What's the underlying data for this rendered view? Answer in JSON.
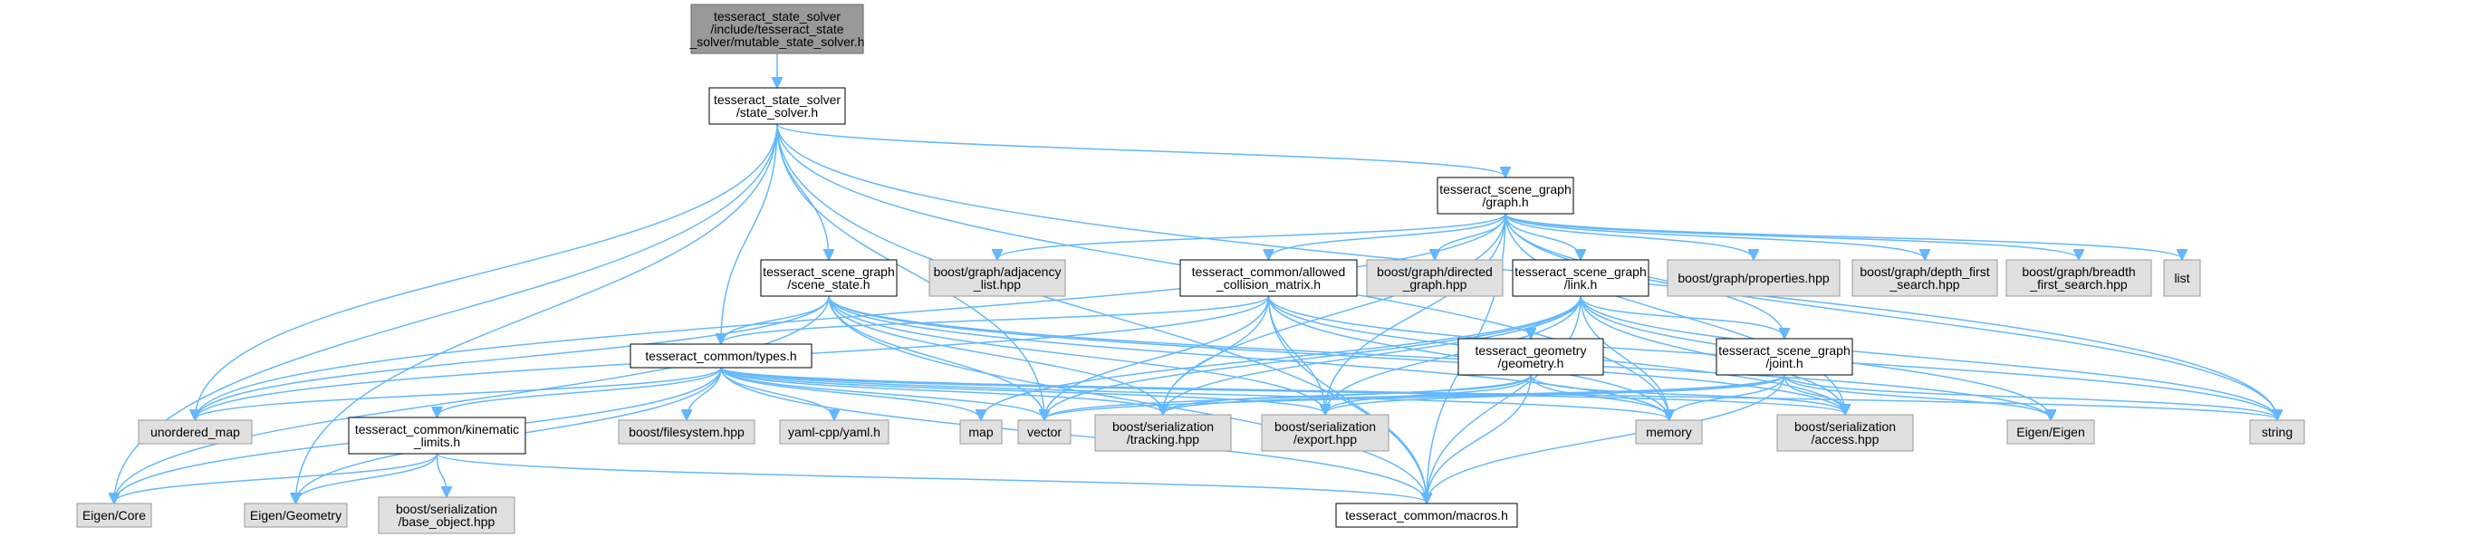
{
  "diagram": {
    "type": "include-dependency-graph",
    "colors": {
      "root_fill": "#999999",
      "local_fill": "#ffffff",
      "external_fill": "#e0e0e0",
      "edge": "#63b8ff"
    },
    "nodes": [
      {
        "id": "root",
        "kind": "root",
        "lines": [
          "tesseract_state_solver",
          "/include/tesseract_state",
          "_solver/mutable_state_solver.h"
        ]
      },
      {
        "id": "state_solver",
        "kind": "local",
        "lines": [
          "tesseract_state_solver",
          "/state_solver.h"
        ]
      },
      {
        "id": "graph",
        "kind": "local",
        "lines": [
          "tesseract_scene_graph",
          "/graph.h"
        ]
      },
      {
        "id": "scene_state",
        "kind": "local",
        "lines": [
          "tesseract_scene_graph",
          "/scene_state.h"
        ]
      },
      {
        "id": "adjacency",
        "kind": "ext",
        "lines": [
          "boost/graph/adjacency",
          "_list.hpp"
        ]
      },
      {
        "id": "acm",
        "kind": "local",
        "lines": [
          "tesseract_common/allowed",
          "_collision_matrix.h"
        ]
      },
      {
        "id": "directed",
        "kind": "ext",
        "lines": [
          "boost/graph/directed",
          "_graph.hpp"
        ]
      },
      {
        "id": "link",
        "kind": "local",
        "lines": [
          "tesseract_scene_graph",
          "/link.h"
        ]
      },
      {
        "id": "properties",
        "kind": "ext",
        "lines": [
          "boost/graph/properties.hpp"
        ]
      },
      {
        "id": "dfs",
        "kind": "ext",
        "lines": [
          "boost/graph/depth_first",
          "_search.hpp"
        ]
      },
      {
        "id": "bfs",
        "kind": "ext",
        "lines": [
          "boost/graph/breadth",
          "_first_search.hpp"
        ]
      },
      {
        "id": "list",
        "kind": "ext",
        "lines": [
          "list"
        ]
      },
      {
        "id": "types",
        "kind": "local",
        "lines": [
          "tesseract_common/types.h"
        ]
      },
      {
        "id": "geometry",
        "kind": "local",
        "lines": [
          "tesseract_geometry",
          "/geometry.h"
        ]
      },
      {
        "id": "joint",
        "kind": "local",
        "lines": [
          "tesseract_scene_graph",
          "/joint.h"
        ]
      },
      {
        "id": "unordered_map",
        "kind": "ext",
        "lines": [
          "unordered_map"
        ]
      },
      {
        "id": "kinematic",
        "kind": "local",
        "lines": [
          "tesseract_common/kinematic",
          "_limits.h"
        ]
      },
      {
        "id": "filesystem",
        "kind": "ext",
        "lines": [
          "boost/filesystem.hpp"
        ]
      },
      {
        "id": "yaml",
        "kind": "ext",
        "lines": [
          "yaml-cpp/yaml.h"
        ]
      },
      {
        "id": "map",
        "kind": "ext",
        "lines": [
          "map"
        ]
      },
      {
        "id": "vector",
        "kind": "ext",
        "lines": [
          "vector"
        ]
      },
      {
        "id": "tracking",
        "kind": "ext",
        "lines": [
          "boost/serialization",
          "/tracking.hpp"
        ]
      },
      {
        "id": "export",
        "kind": "ext",
        "lines": [
          "boost/serialization",
          "/export.hpp"
        ]
      },
      {
        "id": "memory",
        "kind": "ext",
        "lines": [
          "memory"
        ]
      },
      {
        "id": "access",
        "kind": "ext",
        "lines": [
          "boost/serialization",
          "/access.hpp"
        ]
      },
      {
        "id": "eigen_eigen",
        "kind": "ext",
        "lines": [
          "Eigen/Eigen"
        ]
      },
      {
        "id": "string",
        "kind": "ext",
        "lines": [
          "string"
        ]
      },
      {
        "id": "eigen_core",
        "kind": "ext",
        "lines": [
          "Eigen/Core"
        ]
      },
      {
        "id": "eigen_geometry",
        "kind": "ext",
        "lines": [
          "Eigen/Geometry"
        ]
      },
      {
        "id": "base_object",
        "kind": "ext",
        "lines": [
          "boost/serialization",
          "/base_object.hpp"
        ]
      },
      {
        "id": "macros",
        "kind": "local",
        "lines": [
          "tesseract_common/macros.h"
        ]
      }
    ],
    "edges": [
      [
        "root",
        "state_solver"
      ],
      [
        "state_solver",
        "graph"
      ],
      [
        "state_solver",
        "scene_state"
      ],
      [
        "state_solver",
        "types"
      ],
      [
        "state_solver",
        "unordered_map"
      ],
      [
        "state_solver",
        "vector"
      ],
      [
        "state_solver",
        "string"
      ],
      [
        "state_solver",
        "eigen_core"
      ],
      [
        "state_solver",
        "eigen_geometry"
      ],
      [
        "state_solver",
        "macros"
      ],
      [
        "state_solver",
        "memory"
      ],
      [
        "graph",
        "adjacency"
      ],
      [
        "graph",
        "acm"
      ],
      [
        "graph",
        "directed"
      ],
      [
        "graph",
        "link"
      ],
      [
        "graph",
        "properties"
      ],
      [
        "graph",
        "dfs"
      ],
      [
        "graph",
        "bfs"
      ],
      [
        "graph",
        "list"
      ],
      [
        "graph",
        "joint"
      ],
      [
        "graph",
        "unordered_map"
      ],
      [
        "graph",
        "tracking"
      ],
      [
        "graph",
        "export"
      ],
      [
        "graph",
        "access"
      ],
      [
        "graph",
        "string"
      ],
      [
        "graph",
        "macros"
      ],
      [
        "scene_state",
        "types"
      ],
      [
        "scene_state",
        "unordered_map"
      ],
      [
        "scene_state",
        "vector"
      ],
      [
        "scene_state",
        "tracking"
      ],
      [
        "scene_state",
        "export"
      ],
      [
        "scene_state",
        "memory"
      ],
      [
        "scene_state",
        "access"
      ],
      [
        "scene_state",
        "eigen_core"
      ],
      [
        "scene_state",
        "macros"
      ],
      [
        "scene_state",
        "eigen_eigen"
      ],
      [
        "acm",
        "types"
      ],
      [
        "acm",
        "unordered_map"
      ],
      [
        "acm",
        "vector"
      ],
      [
        "acm",
        "tracking"
      ],
      [
        "acm",
        "export"
      ],
      [
        "acm",
        "memory"
      ],
      [
        "acm",
        "access"
      ],
      [
        "acm",
        "string"
      ],
      [
        "acm",
        "macros"
      ],
      [
        "link",
        "geometry"
      ],
      [
        "link",
        "joint"
      ],
      [
        "link",
        "map"
      ],
      [
        "link",
        "vector"
      ],
      [
        "link",
        "tracking"
      ],
      [
        "link",
        "export"
      ],
      [
        "link",
        "memory"
      ],
      [
        "link",
        "access"
      ],
      [
        "link",
        "eigen_eigen"
      ],
      [
        "link",
        "string"
      ],
      [
        "link",
        "macros"
      ],
      [
        "types",
        "unordered_map"
      ],
      [
        "types",
        "kinematic"
      ],
      [
        "types",
        "filesystem"
      ],
      [
        "types",
        "yaml"
      ],
      [
        "types",
        "map"
      ],
      [
        "types",
        "vector"
      ],
      [
        "types",
        "tracking"
      ],
      [
        "types",
        "export"
      ],
      [
        "types",
        "memory"
      ],
      [
        "types",
        "access"
      ],
      [
        "types",
        "eigen_core"
      ],
      [
        "types",
        "eigen_geometry"
      ],
      [
        "types",
        "string"
      ],
      [
        "types",
        "macros"
      ],
      [
        "geometry",
        "vector"
      ],
      [
        "geometry",
        "tracking"
      ],
      [
        "geometry",
        "export"
      ],
      [
        "geometry",
        "memory"
      ],
      [
        "geometry",
        "access"
      ],
      [
        "geometry",
        "macros"
      ],
      [
        "joint",
        "vector"
      ],
      [
        "joint",
        "tracking"
      ],
      [
        "joint",
        "export"
      ],
      [
        "joint",
        "memory"
      ],
      [
        "joint",
        "access"
      ],
      [
        "joint",
        "eigen_eigen"
      ],
      [
        "joint",
        "string"
      ],
      [
        "joint",
        "macros"
      ],
      [
        "kinematic",
        "eigen_core"
      ],
      [
        "kinematic",
        "eigen_geometry"
      ],
      [
        "kinematic",
        "base_object"
      ],
      [
        "kinematic",
        "macros"
      ]
    ]
  }
}
